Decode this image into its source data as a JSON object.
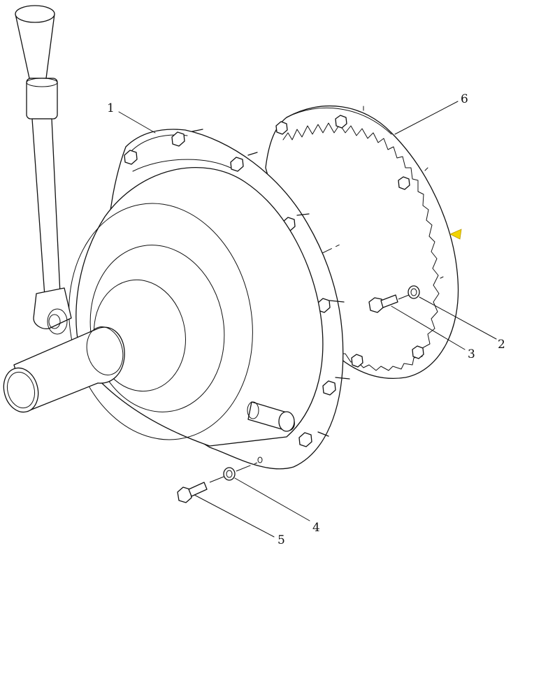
{
  "callouts": [
    {
      "id": "1",
      "label": "1"
    },
    {
      "id": "2",
      "label": "2"
    },
    {
      "id": "3",
      "label": "3"
    },
    {
      "id": "4",
      "label": "4"
    },
    {
      "id": "5",
      "label": "5"
    },
    {
      "id": "6",
      "label": "6"
    }
  ],
  "colors": {
    "line": "#111111",
    "background": "#ffffff",
    "marker": "#f2d400"
  },
  "parts": [
    "shift-lever",
    "transmission-housing",
    "output-shaft",
    "ring-gear",
    "bolt",
    "lock-washer",
    "washer",
    "capscrew"
  ]
}
